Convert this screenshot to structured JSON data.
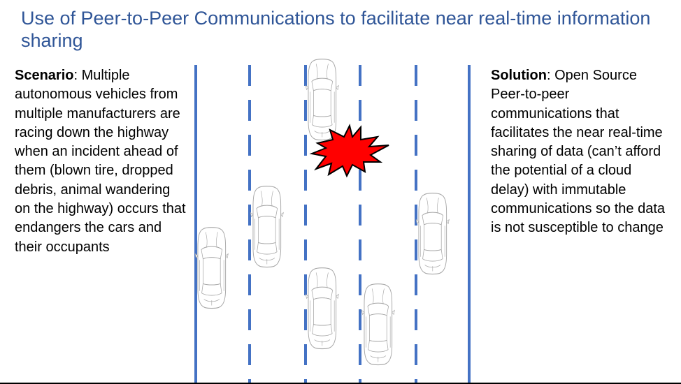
{
  "slide": {
    "title": "Use of Peer-to-Peer Communications to facilitate near real-time information sharing"
  },
  "scenario": {
    "label": "Scenario",
    "text": ": Multiple autonomous vehicles from multiple manufacturers are racing down the highway when an incident ahead of them (blown tire, dropped debris, animal wandering on the highway) occurs that endangers the cars and their occupants"
  },
  "solution": {
    "label": "Solution",
    "text": ": Open Source Peer-to-peer communications that facilitates the near real-time sharing of data (can’t afford the potential of a cloud delay) with immutable communications so the data is not susceptible to change"
  },
  "colors": {
    "title": "#2f5597",
    "lane_lines": "#4472c4",
    "incident_fill": "#ff0000",
    "car_stroke": "#a6a6a6"
  },
  "icons": [
    "car-icon",
    "incident-burst-icon"
  ]
}
